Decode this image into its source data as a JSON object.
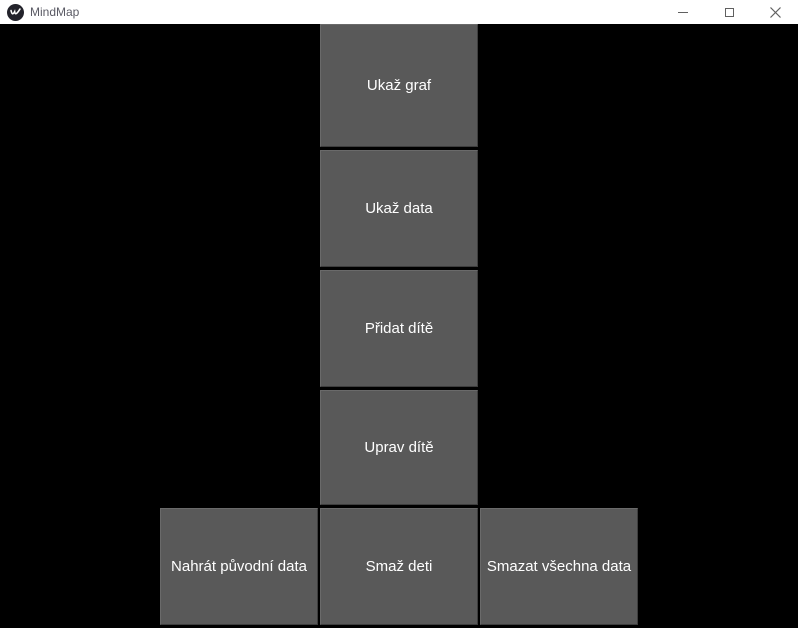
{
  "window": {
    "title": "MindMap",
    "controls": {
      "minimize": "minimize",
      "maximize": "maximize",
      "close": "close"
    }
  },
  "colors": {
    "background": "#000000",
    "button_bg": "#595959",
    "button_text": "#ffffff",
    "titlebar_bg": "#ffffff",
    "titlebar_text": "#5a5a64",
    "control_glyph": "#606060",
    "app_icon_circle": "#23232b",
    "app_icon_glyph": "#ffffff"
  },
  "buttons": {
    "show_graph": "Ukaž graf",
    "show_data": "Ukaž data",
    "add_child": "Přidat dítě",
    "edit_child": "Uprav dítě",
    "load_original_data": "Nahrát původní data",
    "delete_children": "Smaž deti",
    "delete_all_data": "Smazat všechna data"
  }
}
